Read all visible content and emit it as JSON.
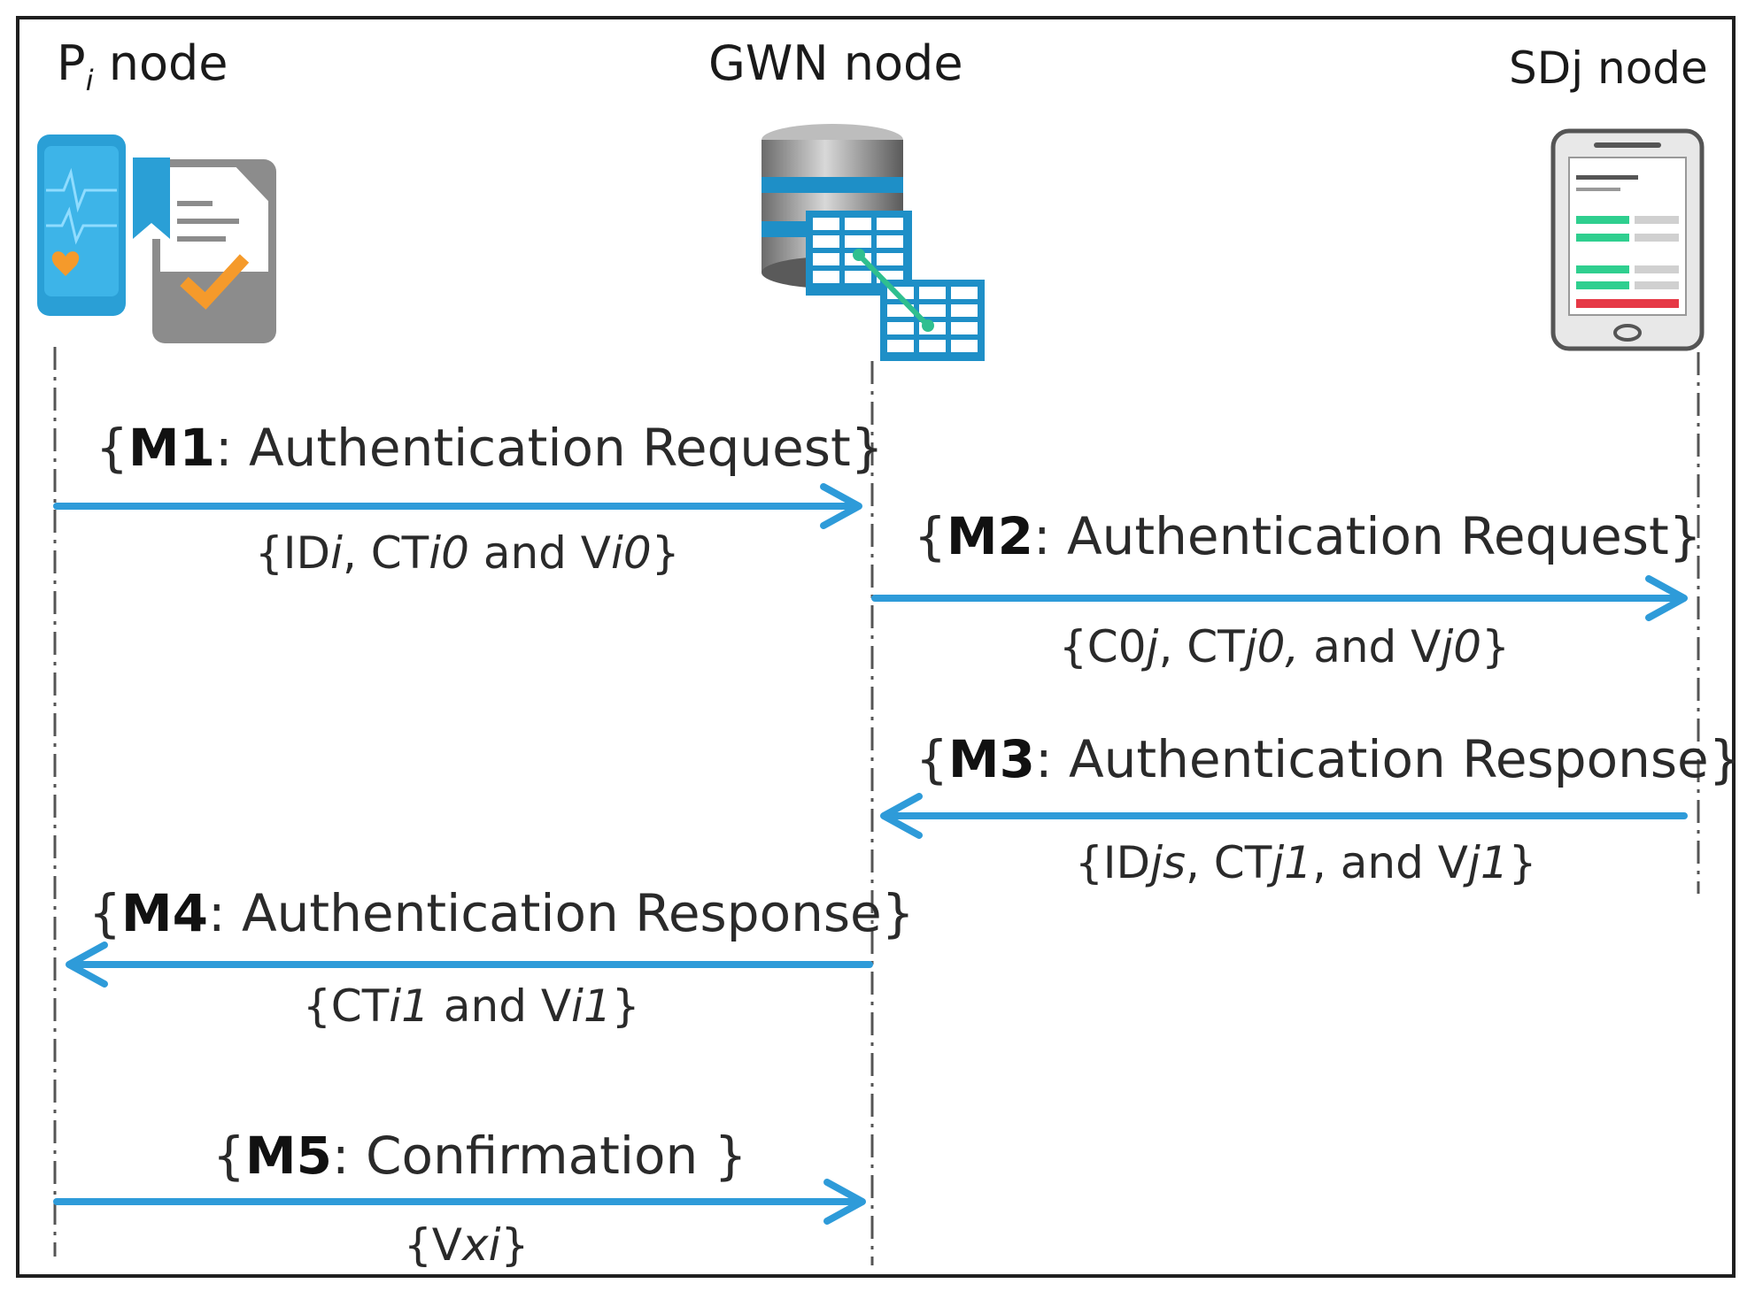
{
  "nodes": {
    "pi": {
      "prefix": "P",
      "sub": "i",
      "suffix": " node"
    },
    "gwn": {
      "title": "GWN node"
    },
    "sdj": {
      "title": "SDj node"
    }
  },
  "messages": [
    {
      "id": "M1",
      "open": "{",
      "text": ": Authentication Request}",
      "params": [
        [
          "{ID",
          false
        ],
        [
          "i",
          true
        ],
        [
          ", CT",
          false
        ],
        [
          "i0",
          true
        ],
        [
          " and V",
          false
        ],
        [
          "i0",
          true
        ],
        [
          "}",
          false
        ]
      ]
    },
    {
      "id": "M2",
      "open": "{",
      "text": ": Authentication Request}",
      "params": [
        [
          "{C0",
          false
        ],
        [
          "j",
          true
        ],
        [
          ", CT",
          false
        ],
        [
          "j0,",
          true
        ],
        [
          " and V",
          false
        ],
        [
          "j0",
          true
        ],
        [
          "}",
          false
        ]
      ]
    },
    {
      "id": "M3",
      "open": "{",
      "text": ": Authentication Response}",
      "params": [
        [
          "{ID",
          false
        ],
        [
          "js",
          true
        ],
        [
          ", CT",
          false
        ],
        [
          "j1",
          true
        ],
        [
          ", and V",
          false
        ],
        [
          "j1",
          true
        ],
        [
          "}",
          false
        ]
      ]
    },
    {
      "id": "M4",
      "open": "{",
      "text": ": Authentication Response}",
      "params": [
        [
          "{CT",
          false
        ],
        [
          "i1",
          true
        ],
        [
          " and V",
          false
        ],
        [
          "i1",
          true
        ],
        [
          "}",
          false
        ]
      ]
    },
    {
      "id": "M5",
      "open": "{",
      "text": ": Confirmation }",
      "params": [
        [
          "{V",
          false
        ],
        [
          "xi",
          true
        ],
        [
          "}",
          false
        ]
      ]
    }
  ],
  "colors": {
    "arrow": "#2e9bd9",
    "lifeline": "#555555",
    "frame": "#1f1f1f"
  },
  "icons": {
    "pi": "wearable-and-document-icon",
    "gwn": "database-server-icon",
    "sdj": "tablet-device-icon"
  }
}
